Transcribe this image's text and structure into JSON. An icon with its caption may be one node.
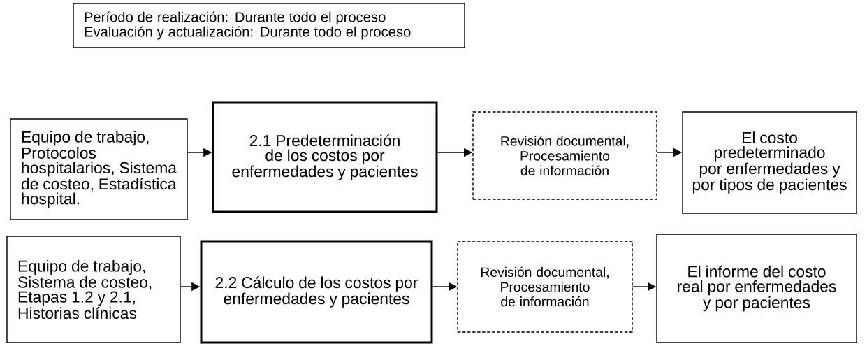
{
  "diagram": {
    "nodes": [
      {
        "text": [
          "Período de realización: Durante todo el proceso",
          "Evaluación y actualización: Durante todo el proceso"
        ]
      },
      {
        "text": [
          "Equipo de trabajo, Protocolos hospitalarios, Sistema de costeo, Estadística hospital."
        ]
      },
      {
        "text": [
          "2.1  Predeterminación de los costos por enfermedades y pacientes"
        ]
      },
      {
        "text": [
          "Revisión documental, Procesamiento de información"
        ]
      },
      {
        "text": [
          "El costo predeterminado por enfermedades y por tipos de pacientes"
        ]
      },
      {
        "text": [
          "Equipo de trabajo, Sistema de costeo, Etapas 1.2 y 2.1, Historias clínicas"
        ]
      },
      {
        "text": [
          "2.2  Cálculo de los costos por enfermedades y pacientes"
        ]
      },
      {
        "text": [
          "Revisión documental, Procesamiento de información"
        ]
      },
      {
        "text": [
          "El informe del costo real por enfermedades y por pacientes"
        ]
      }
    ],
    "edges": [
      {
        "from": 1,
        "to": 2,
        "arrow": "to"
      },
      {
        "from": 2,
        "to": 3,
        "arrow": "to"
      },
      {
        "from": 3,
        "to": 4,
        "arrow": "to"
      },
      {
        "from": 5,
        "to": 6,
        "arrow": "to"
      },
      {
        "from": 6,
        "to": 7,
        "arrow": "to"
      },
      {
        "from": 7,
        "to": 8,
        "arrow": "to"
      }
    ]
  }
}
